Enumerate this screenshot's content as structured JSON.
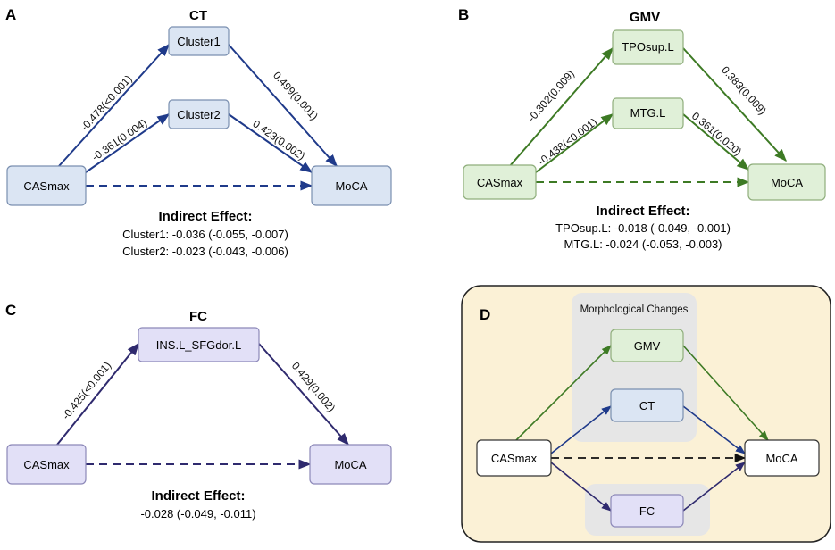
{
  "colors": {
    "ct_node_fill": "#dbe5f3",
    "ct_node_stroke": "#7a8fb0",
    "ct_arrow": "#1f3a8a",
    "gmv_node_fill": "#e0f0d8",
    "gmv_node_stroke": "#8fae7c",
    "gmv_arrow": "#3d7a24",
    "fc_node_fill": "#e2e0f7",
    "fc_node_stroke": "#8c88b8",
    "fc_arrow": "#2f2a6e",
    "panel_d_bg": "#fbf1d6",
    "panel_d_group": "#e6e6e6"
  },
  "panels": {
    "a": {
      "letter": "A",
      "title": "CT",
      "nodes": {
        "x": "CASmax",
        "m1": "Cluster1",
        "m2": "Cluster2",
        "y": "MoCA"
      },
      "paths": {
        "a1": "-0.478(<0.001)",
        "b1": "0.499(0.001)",
        "a2": "-0.361(0.004)",
        "b2": "0.423(0.002)"
      },
      "indirect_title": "Indirect Effect:",
      "indirect_lines": [
        "Cluster1: -0.036 (-0.055, -0.007)",
        "Cluster2: -0.023 (-0.043, -0.006)"
      ]
    },
    "b": {
      "letter": "B",
      "title": "GMV",
      "nodes": {
        "x": "CASmax",
        "m1": "TPOsup.L",
        "m2": "MTG.L",
        "y": "MoCA"
      },
      "paths": {
        "a1": "-0.302(0.009)",
        "b1": "0.383(0.009)",
        "a2": "-0.438(<0.001)",
        "b2": "0.361(0.020)"
      },
      "indirect_title": "Indirect Effect:",
      "indirect_lines": [
        "TPOsup.L: -0.018 (-0.049, -0.001)",
        "MTG.L: -0.024 (-0.053, -0.003)"
      ]
    },
    "c": {
      "letter": "C",
      "title": "FC",
      "nodes": {
        "x": "CASmax",
        "m1": "INS.L_SFGdor.L",
        "y": "MoCA"
      },
      "paths": {
        "a1": "-0.425(<0.001)",
        "b1": "0.429(0.002)"
      },
      "indirect_title": "Indirect Effect:",
      "indirect_lines": [
        "-0.028 (-0.049, -0.011)"
      ]
    },
    "d": {
      "letter": "D",
      "group_title": "Morphological Changes",
      "nodes": {
        "x": "CASmax",
        "gmv": "GMV",
        "ct": "CT",
        "fc": "FC",
        "y": "MoCA"
      }
    }
  }
}
